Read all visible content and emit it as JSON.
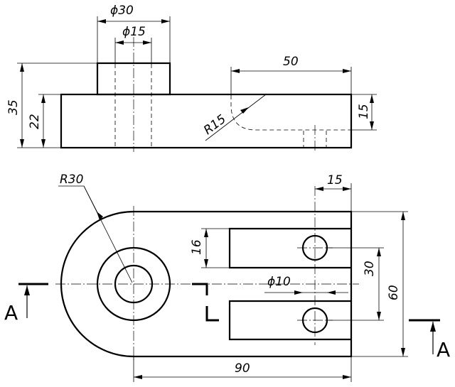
{
  "dimensions": {
    "d30": "ϕ30",
    "d15": "ϕ15",
    "len50": "50",
    "h35": "35",
    "h22": "22",
    "r15": "R15",
    "h15_right": "15",
    "r30": "R30",
    "w15_top": "15",
    "h16": "16",
    "d10": "ϕ10",
    "h30": "30",
    "h60": "60",
    "len90": "90"
  },
  "section": {
    "left_label": "A",
    "right_label": "A"
  }
}
